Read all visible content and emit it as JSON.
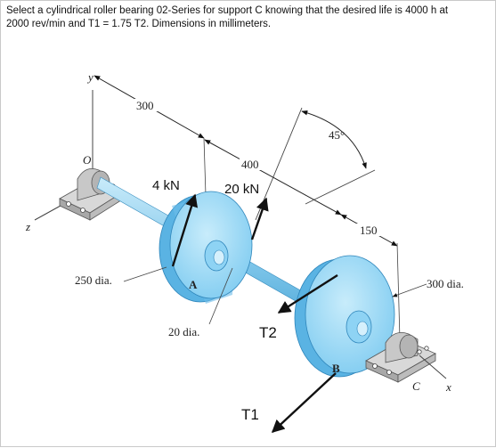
{
  "problem": {
    "line1": "Select a cylindrical roller bearing 02-Series for support C knowing that the desired life is 4000 h at",
    "line2": "2000 rev/min and T1 = 1.75 T2. Dimensions in millimeters."
  },
  "figure": {
    "axes": {
      "y": "y",
      "z": "z",
      "x": "x",
      "origin": "O"
    },
    "dimensions": {
      "d300_left": "300",
      "d400": "400",
      "angle": "45°",
      "d150": "150",
      "dia250": "250 dia.",
      "dia20": "20 dia.",
      "dia300": "300 dia."
    },
    "forces": {
      "f4kn": "4 kN",
      "f20kn": "20 kN",
      "t2": "T2",
      "t1": "T1"
    },
    "points": {
      "a": "A",
      "b": "B",
      "c": "C"
    },
    "colors": {
      "shaft": "#7fc6ea",
      "disk_face": "#a9dcf5",
      "disk_rim": "#62b8e6",
      "bearing": "#c8c8c8"
    }
  }
}
